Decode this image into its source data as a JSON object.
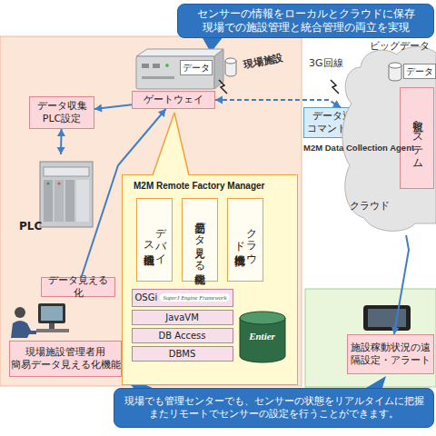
{
  "diagram": {
    "nodes": [
      {
        "text": [
          "センサーの情報をローカルとクラウドに保存 現場での施設管理と統合管理の両立を実現"
        ]
      },
      {
        "text": [
          "データ"
        ]
      },
      {
        "text": [
          "ゲートウェイ"
        ]
      },
      {
        "text": [
          "データ収集 PLC設定"
        ]
      },
      {
        "text": [
          "PLC"
        ]
      },
      {
        "text": [
          "データ見える化"
        ]
      },
      {
        "text": [
          "現場施設管理者用 簡易データ見える化機能"
        ]
      },
      {
        "text": [
          "M2M Remote Factory Manager"
        ]
      },
      {
        "text": [
          "デバイス通信機能"
        ],
        "in": 7
      },
      {
        "text": [
          "簡易データ見える化機能"
        ],
        "in": 7
      },
      {
        "text": [
          "クラウド連携機能"
        ],
        "in": 7
      },
      {
        "text": [
          "OSGi",
          "SuperJ Engine Framework"
        ],
        "in": 7
      },
      {
        "text": [
          "JavaVM"
        ],
        "in": 7
      },
      {
        "text": [
          "DB Access"
        ],
        "in": 7
      },
      {
        "text": [
          "DBMS"
        ],
        "in": 7
      },
      {
        "text": [
          "Entier"
        ],
        "in": 7
      },
      {
        "text": [
          "データ送信 コマンド受信"
        ]
      },
      {
        "text": [
          "ビッグデータ",
          "クラウド"
        ]
      },
      {
        "text": [
          "データ"
        ],
        "in": 17
      },
      {
        "text": [
          "監視システム"
        ],
        "in": 17
      },
      {
        "text": [
          "施設稼動状況の遠隔設定・アラート"
        ]
      },
      {
        "text": [
          "現場でも管理センターでも、センサーの状態をリアルタイムに把握 またリモートでセンサーの設定を行うことができます。"
        ]
      }
    ],
    "edges": [
      {
        "from": 2,
        "to": 17,
        "arrow": "both"
      },
      {
        "from": 2,
        "to": 3,
        "arrow": "to"
      },
      {
        "from": 3,
        "to": 4,
        "arrow": "both"
      },
      {
        "from": 5,
        "to": 2,
        "arrow": "to"
      },
      {
        "from": 17,
        "to": 20,
        "arrow": "to"
      }
    ],
    "labels": [
      "現場施設",
      "3G回線",
      "M2M Data Collection Agent"
    ]
  }
}
